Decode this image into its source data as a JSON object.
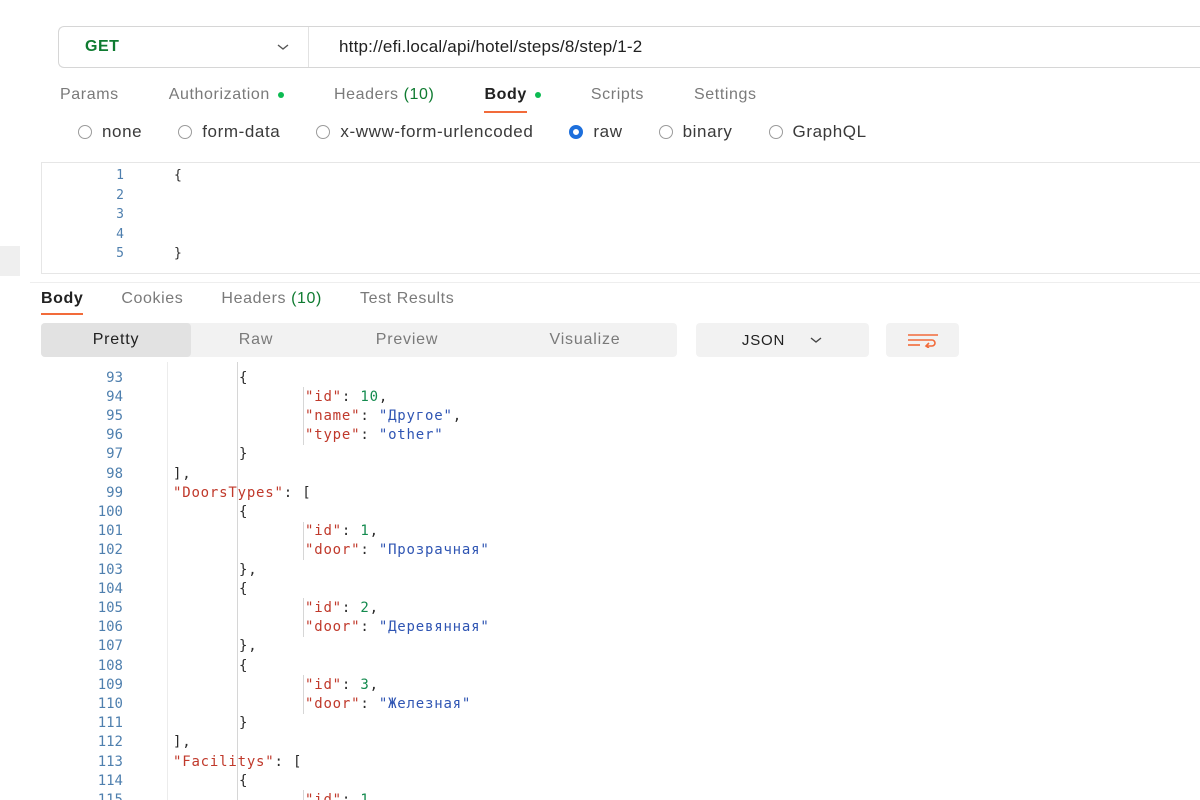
{
  "request": {
    "method": "GET",
    "url": "http://efi.local/api/hotel/steps/8/step/1-2"
  },
  "request_tabs": [
    {
      "label": "Params",
      "count": "",
      "dot": false,
      "active": false
    },
    {
      "label": "Authorization",
      "count": "",
      "dot": true,
      "active": false
    },
    {
      "label": "Headers",
      "count": "(10)",
      "dot": false,
      "active": false
    },
    {
      "label": "Body",
      "count": "",
      "dot": true,
      "active": true
    },
    {
      "label": "Scripts",
      "count": "",
      "dot": false,
      "active": false
    },
    {
      "label": "Settings",
      "count": "",
      "dot": false,
      "active": false
    }
  ],
  "body_types": [
    {
      "label": "none",
      "checked": false
    },
    {
      "label": "form-data",
      "checked": false
    },
    {
      "label": "x-www-form-urlencoded",
      "checked": false
    },
    {
      "label": "raw",
      "checked": true
    },
    {
      "label": "binary",
      "checked": false
    },
    {
      "label": "GraphQL",
      "checked": false
    }
  ],
  "request_body": [
    {
      "n": "1",
      "text": "{"
    },
    {
      "n": "2",
      "text": ""
    },
    {
      "n": "3",
      "text": ""
    },
    {
      "n": "4",
      "text": ""
    },
    {
      "n": "5",
      "text": "}"
    }
  ],
  "response_tabs": [
    {
      "label": "Body",
      "count": "",
      "active": true
    },
    {
      "label": "Cookies",
      "count": "",
      "active": false
    },
    {
      "label": "Headers",
      "count": "(10)",
      "active": false
    },
    {
      "label": "Test Results",
      "count": "",
      "active": false
    }
  ],
  "view_modes": [
    {
      "label": "Pretty",
      "active": true
    },
    {
      "label": "Raw",
      "active": false
    },
    {
      "label": "Preview",
      "active": false
    },
    {
      "label": "Visualize",
      "active": false
    }
  ],
  "format": "JSON",
  "colors": {
    "accent": "#f26b3a",
    "method_get": "#0f7b31",
    "dot": "#0cbb52",
    "radio_checked": "#1d6fdc",
    "json_key": "#c0392b",
    "json_string": "#2f55b3",
    "json_number": "#138a4e",
    "line_number": "#4e7fae"
  },
  "response_lines": [
    {
      "n": "93",
      "indent": 2,
      "tokens": [
        [
          "pun",
          "{"
        ]
      ]
    },
    {
      "n": "94",
      "indent": 3,
      "tokens": [
        [
          "key",
          "\"id\""
        ],
        [
          "pun",
          ": "
        ],
        [
          "num",
          "10"
        ],
        [
          "pun",
          ","
        ]
      ]
    },
    {
      "n": "95",
      "indent": 3,
      "tokens": [
        [
          "key",
          "\"name\""
        ],
        [
          "pun",
          ": "
        ],
        [
          "str",
          "\"Другое\""
        ],
        [
          "pun",
          ","
        ]
      ]
    },
    {
      "n": "96",
      "indent": 3,
      "tokens": [
        [
          "key",
          "\"type\""
        ],
        [
          "pun",
          ": "
        ],
        [
          "str",
          "\"other\""
        ]
      ]
    },
    {
      "n": "97",
      "indent": 2,
      "tokens": [
        [
          "pun",
          "}"
        ]
      ]
    },
    {
      "n": "98",
      "indent": 1,
      "tokens": [
        [
          "pun",
          "],"
        ]
      ]
    },
    {
      "n": "99",
      "indent": 1,
      "tokens": [
        [
          "key",
          "\"DoorsTypes\""
        ],
        [
          "pun",
          ": ["
        ]
      ]
    },
    {
      "n": "100",
      "indent": 2,
      "tokens": [
        [
          "pun",
          "{"
        ]
      ]
    },
    {
      "n": "101",
      "indent": 3,
      "tokens": [
        [
          "key",
          "\"id\""
        ],
        [
          "pun",
          ": "
        ],
        [
          "num",
          "1"
        ],
        [
          "pun",
          ","
        ]
      ]
    },
    {
      "n": "102",
      "indent": 3,
      "tokens": [
        [
          "key",
          "\"door\""
        ],
        [
          "pun",
          ": "
        ],
        [
          "str",
          "\"Прозрачная\""
        ]
      ]
    },
    {
      "n": "103",
      "indent": 2,
      "tokens": [
        [
          "pun",
          "},"
        ]
      ]
    },
    {
      "n": "104",
      "indent": 2,
      "tokens": [
        [
          "pun",
          "{"
        ]
      ]
    },
    {
      "n": "105",
      "indent": 3,
      "tokens": [
        [
          "key",
          "\"id\""
        ],
        [
          "pun",
          ": "
        ],
        [
          "num",
          "2"
        ],
        [
          "pun",
          ","
        ]
      ]
    },
    {
      "n": "106",
      "indent": 3,
      "tokens": [
        [
          "key",
          "\"door\""
        ],
        [
          "pun",
          ": "
        ],
        [
          "str",
          "\"Деревянная\""
        ]
      ]
    },
    {
      "n": "107",
      "indent": 2,
      "tokens": [
        [
          "pun",
          "},"
        ]
      ]
    },
    {
      "n": "108",
      "indent": 2,
      "tokens": [
        [
          "pun",
          "{"
        ]
      ]
    },
    {
      "n": "109",
      "indent": 3,
      "tokens": [
        [
          "key",
          "\"id\""
        ],
        [
          "pun",
          ": "
        ],
        [
          "num",
          "3"
        ],
        [
          "pun",
          ","
        ]
      ]
    },
    {
      "n": "110",
      "indent": 3,
      "tokens": [
        [
          "key",
          "\"door\""
        ],
        [
          "pun",
          ": "
        ],
        [
          "str",
          "\"Железная\""
        ]
      ]
    },
    {
      "n": "111",
      "indent": 2,
      "tokens": [
        [
          "pun",
          "}"
        ]
      ]
    },
    {
      "n": "112",
      "indent": 1,
      "tokens": [
        [
          "pun",
          "],"
        ]
      ]
    },
    {
      "n": "113",
      "indent": 1,
      "tokens": [
        [
          "key",
          "\"Facilitys\""
        ],
        [
          "pun",
          ": ["
        ]
      ]
    },
    {
      "n": "114",
      "indent": 2,
      "tokens": [
        [
          "pun",
          "{"
        ]
      ]
    },
    {
      "n": "115",
      "indent": 3,
      "tokens": [
        [
          "key",
          "\"id\""
        ],
        [
          "pun",
          ": "
        ],
        [
          "num",
          "1"
        ]
      ]
    }
  ]
}
